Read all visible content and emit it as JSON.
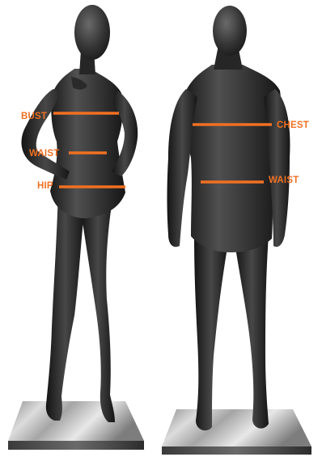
{
  "accent_color": "#f07022",
  "female_mannequin": {
    "labels": {
      "bust": "BUST",
      "waist": "WAIST",
      "hip": "HIP"
    }
  },
  "male_mannequin": {
    "labels": {
      "chest": "CHEST",
      "waist": "WAIST"
    }
  }
}
